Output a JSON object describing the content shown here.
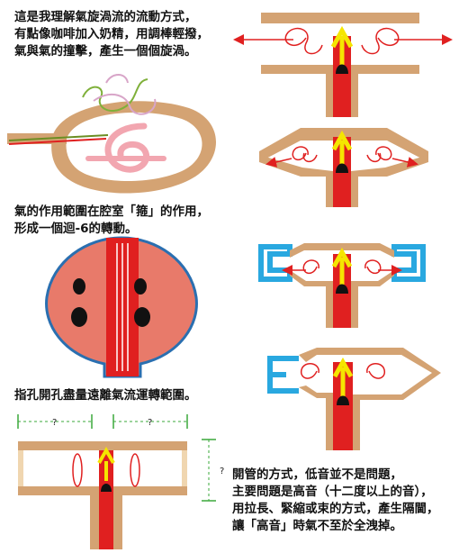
{
  "texts": {
    "vortex_intro": "這是我理解氣旋渦流的流動方式，\n有點像咖啡加入奶精，用調棒輕撥，\n氣與氣的撞擊，產生一個個旋渦。",
    "cavity_note": "氣的作用範圍在腔室「箍」的作用，\n形成一個迴-6的轉動。",
    "holes_note": "指孔開孔盡量遠離氣流運轉範圍。",
    "open_pipe_note": "開管的方式，低音並不是問題，\n主要問題是高音（十二度以上的音），\n用拉長、緊縮或束的方式，產生隔閫，\n讓「高音」時氣不至於全洩掉。"
  },
  "dimension_marks": {
    "left_gap": "?",
    "right_gap": "?",
    "height": "?"
  },
  "colors": {
    "tube": "#d4a373",
    "tube_light": "#f0d6b0",
    "air_red": "#e02020",
    "arrow_yellow": "#f5e600",
    "water_blue": "#29a8e0",
    "disc_red": "#e87a6a",
    "swirl_pink": "#f2a6b0"
  }
}
